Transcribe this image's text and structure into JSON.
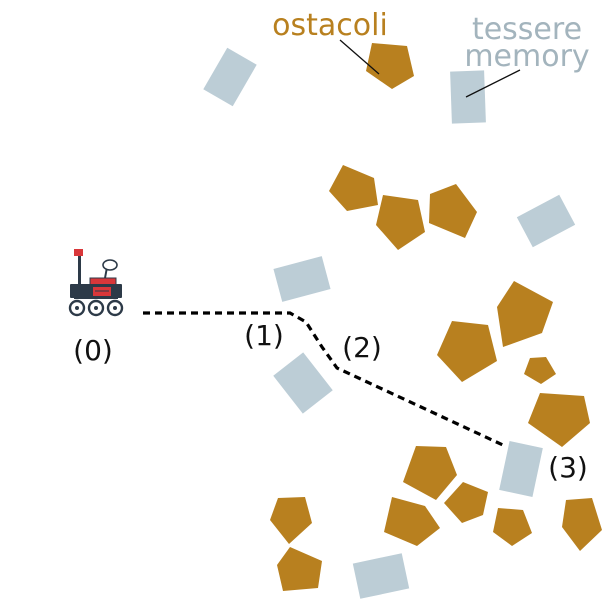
{
  "legend": {
    "obstacles_label": "ostacoli",
    "tiles_label_line1": "tessere",
    "tiles_label_line2": "memory"
  },
  "path_labels": {
    "p0": "(0)",
    "p1": "(1)",
    "p2": "(2)",
    "p3": "(3)"
  },
  "colors": {
    "obstacle": "#b8801f",
    "tile": "#bccdd6",
    "tile_label": "#a3b4bd",
    "path": "#000000",
    "text": "#111111"
  },
  "icons": {
    "rover": "rover-icon"
  }
}
